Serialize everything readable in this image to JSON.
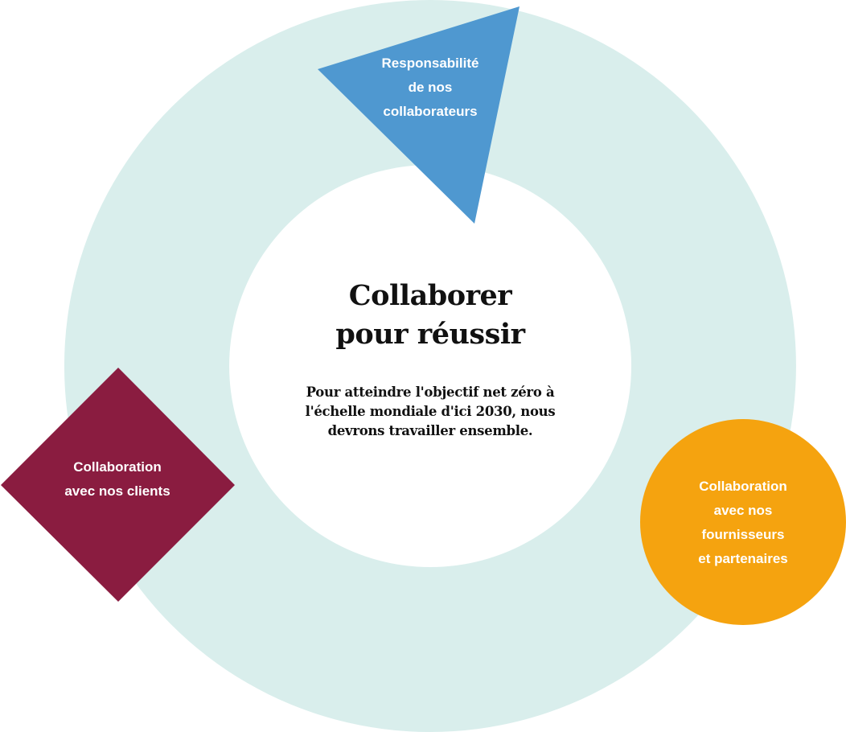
{
  "diagram": {
    "center": {
      "title_line1": "Collaborer",
      "title_line2": "pour réussir",
      "body_line1": "Pour atteindre l'objectif net zéro à",
      "body_line2": "l'échelle mondiale d'ici 2030, nous",
      "body_line3": "devrons travailler ensemble."
    },
    "nodes": [
      {
        "shape": "triangle",
        "color": "#4f98d0",
        "lines": [
          "Responsabilité",
          "de nos",
          "collaborateurs"
        ]
      },
      {
        "shape": "diamond",
        "color": "#8a1c40",
        "lines": [
          "Collaboration",
          "avec nos clients"
        ]
      },
      {
        "shape": "circle",
        "color": "#f5a30f",
        "lines": [
          "Collaboration",
          "avec nos",
          "fournisseurs",
          "et partenaires"
        ]
      }
    ],
    "ring_color": "#d9eeec"
  }
}
